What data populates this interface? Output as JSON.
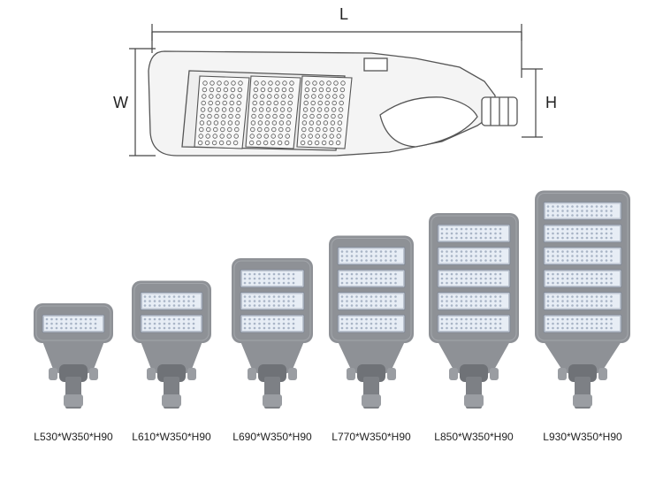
{
  "dimension_labels": {
    "length": "L",
    "width": "W",
    "height": "H"
  },
  "colors": {
    "housing": "#8e9196",
    "housing_dark": "#6f7277",
    "module_frame": "#bcc4d0",
    "module_face": "#e7edf5",
    "led_dot": "#a8b4c6",
    "line": "#444444",
    "drawing_line": "#555555"
  },
  "variants": [
    {
      "caption": "L530*W350*H90",
      "modules": 1
    },
    {
      "caption": "L610*W350*H90",
      "modules": 2
    },
    {
      "caption": "L690*W350*H90",
      "modules": 3
    },
    {
      "caption": "L770*W350*H90",
      "modules": 4
    },
    {
      "caption": "L850*W350*H90",
      "modules": 5
    },
    {
      "caption": "L930*W350*H90",
      "modules": 6
    }
  ]
}
